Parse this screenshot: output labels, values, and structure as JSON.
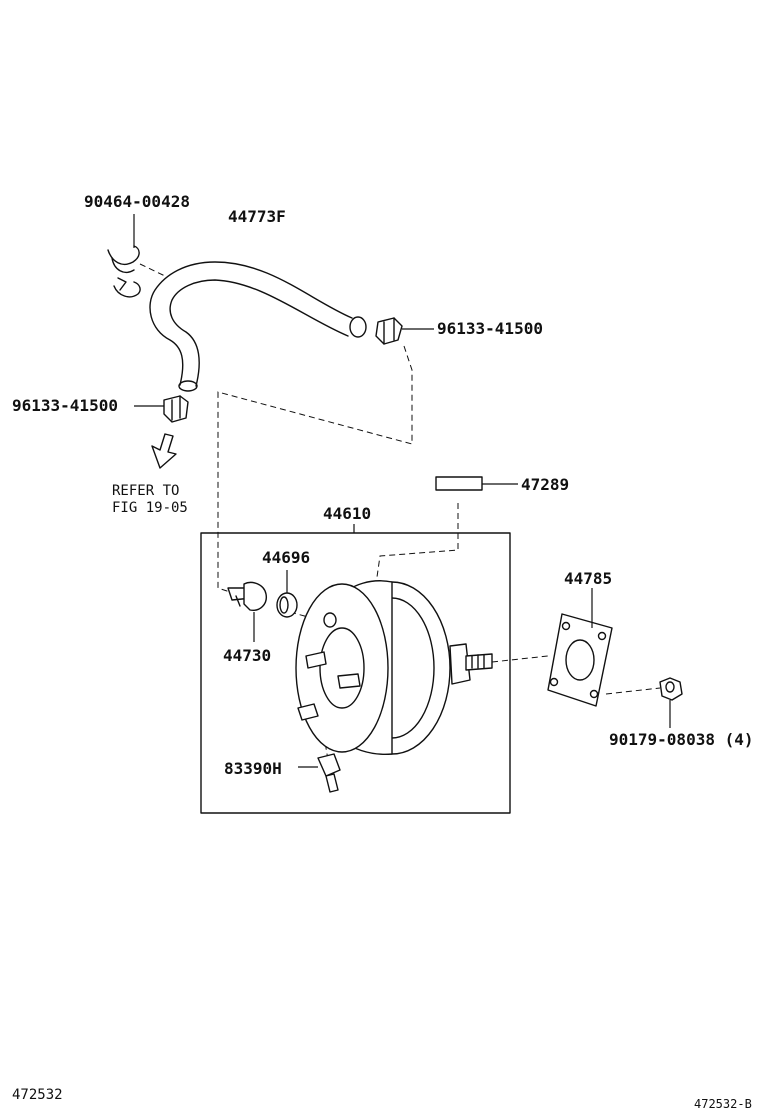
{
  "labels": {
    "clip": "90464-00428",
    "hose": "44773F",
    "clamp_right": "96133-41500",
    "clamp_left": "96133-41500",
    "refer_line1": "REFER TO",
    "refer_line2": "FIG 19-05",
    "part_47289": "47289",
    "booster_assy": "44610",
    "grommet": "44696",
    "check_valve": "44730",
    "gasket": "44785",
    "nut": "90179-08038 (4)",
    "sensor": "83390H",
    "illustration_id": "472532",
    "figure_code": "472532-B"
  }
}
